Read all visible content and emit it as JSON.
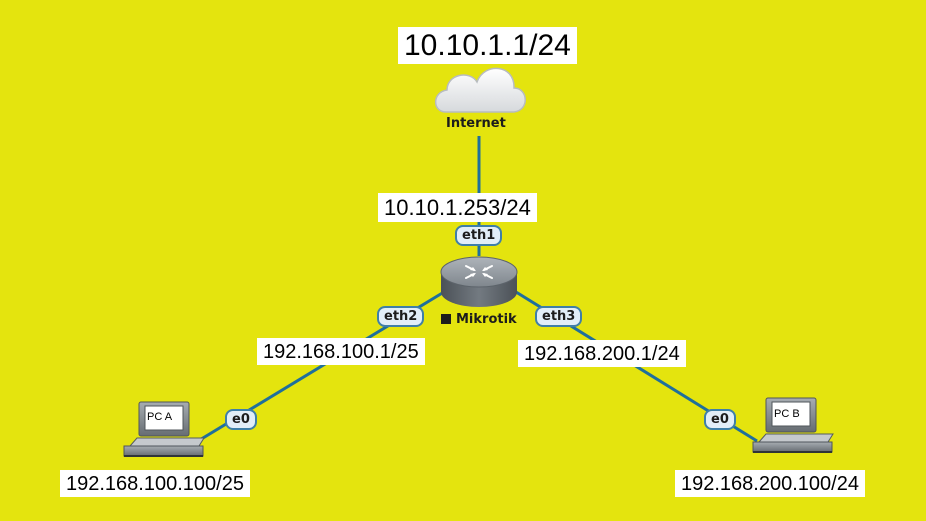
{
  "nodes": {
    "internet": {
      "name": "Internet",
      "ip": "10.10.1.1/24"
    },
    "router": {
      "name": "Mikrotik"
    },
    "pc_a": {
      "name": "PC A",
      "ip": "192.168.100.100/25"
    },
    "pc_b": {
      "name": "PC B",
      "ip": "192.168.200.100/24"
    }
  },
  "interfaces": {
    "eth1": {
      "label": "eth1",
      "ip": "10.10.1.253/24"
    },
    "eth2": {
      "label": "eth2",
      "ip": "192.168.100.1/25"
    },
    "eth3": {
      "label": "eth3",
      "ip": "192.168.200.1/24"
    },
    "pc_a_e0": {
      "label": "e0"
    },
    "pc_b_e0": {
      "label": "e0"
    }
  },
  "colors": {
    "background": "#e4e40e",
    "link": "#1f6f9c",
    "port_border": "#3f7fa8",
    "port_fill": "#e2eef8",
    "router_top": "#8f969d",
    "router_side": "#5c636a"
  },
  "icons": [
    "cloud-icon",
    "router-icon",
    "computer-icon"
  ]
}
